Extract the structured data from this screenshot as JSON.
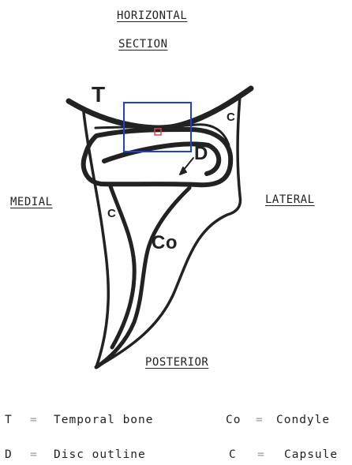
{
  "heading": {
    "line1": "HORIZONTAL",
    "line2": "SECTION"
  },
  "orientation": {
    "medial": "MEDIAL",
    "lateral": "LATERAL",
    "posterior": "POSTERIOR"
  },
  "diagram_labels": {
    "T": "T",
    "C_upper": "C",
    "D": "D",
    "C_left": "C",
    "Co": "Co"
  },
  "legend": [
    {
      "symbol": "T",
      "equals": "=",
      "meaning": "Temporal bone"
    },
    {
      "symbol": "Co",
      "equals": "=",
      "meaning": "Condyle"
    },
    {
      "symbol": "D",
      "equals": "=",
      "meaning": "Disc outline"
    },
    {
      "symbol": "C",
      "equals": "=",
      "meaning": "Capsule"
    }
  ],
  "colors": {
    "ink": "#222222",
    "box": "#1f3fd6",
    "marker": "#e0404a"
  }
}
